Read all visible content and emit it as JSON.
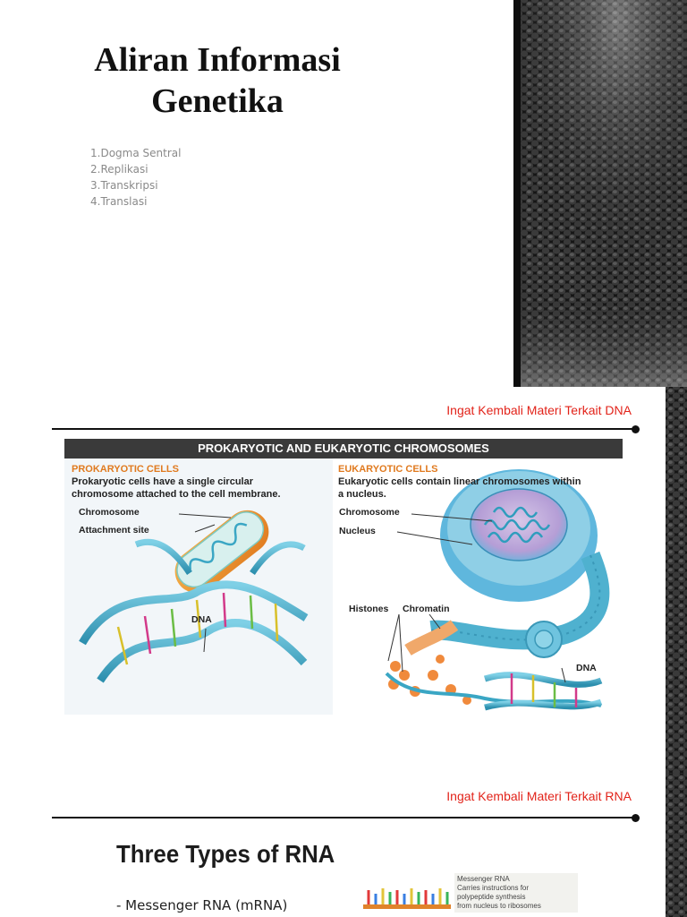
{
  "slide1": {
    "title_line1": "Aliran Informasi",
    "title_line2": "Genetika",
    "list": [
      "1.Dogma Sentral",
      "2.Replikasi",
      "3.Transkripsi",
      "4.Translasi"
    ]
  },
  "slide2": {
    "heading": "Ingat Kembali Materi Terkait DNA",
    "figure": {
      "title": "PROKARYOTIC AND EUKARYOTIC CHROMOSOMES",
      "prokaryotic": {
        "heading": "PROKARYOTIC CELLS",
        "text_line1": "Prokaryotic cells have a single circular",
        "text_line2": "chromosome attached to the cell membrane.",
        "label_chromosome": "Chromosome",
        "label_attachment": "Attachment site",
        "label_dna": "DNA"
      },
      "eukaryotic": {
        "heading": "EUKARYOTIC CELLS",
        "text_line1": "Eukaryotic cells contain linear chromosomes within",
        "text_line2": "a nucleus.",
        "label_chromosome": "Chromosome",
        "label_nucleus": "Nucleus",
        "label_histones": "Histones",
        "label_chromatin": "Chromatin",
        "label_dna": "DNA"
      }
    }
  },
  "slide3": {
    "heading": "Ingat Kembali Materi Terkait RNA",
    "title": "Three Types of RNA",
    "item": "- Messenger RNA (mRNA)",
    "note_line1": "Messenger RNA",
    "note_line2": "Carries instructions for",
    "note_line3": "polypeptide synthesis",
    "note_line4": "from nucleus to ribosomes"
  },
  "colors": {
    "accent_red": "#e2231a",
    "orange_heading": "#e07a1f",
    "helix_teal": "#3aa6c4",
    "dark_panel": "#1a1a1a"
  }
}
